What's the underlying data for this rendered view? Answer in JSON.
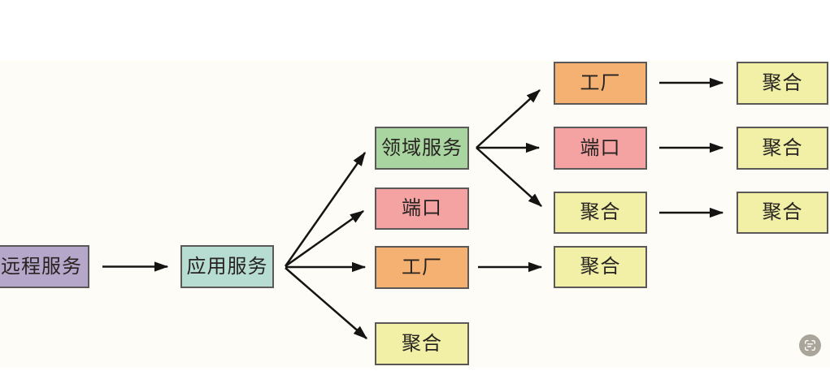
{
  "diagram": {
    "nodes": [
      {
        "id": "remote-service",
        "label": "远程服务",
        "fill": "#b5a7c9"
      },
      {
        "id": "app-service",
        "label": "应用服务",
        "fill": "#b7dcd2"
      },
      {
        "id": "domain-service",
        "label": "领域服务",
        "fill": "#a9d5a0"
      },
      {
        "id": "port-1",
        "label": "端口",
        "fill": "#f5a3a2"
      },
      {
        "id": "factory-1",
        "label": "工厂",
        "fill": "#f5b172"
      },
      {
        "id": "aggregate-1",
        "label": "聚合",
        "fill": "#f1f0a6"
      },
      {
        "id": "factory-2",
        "label": "工厂",
        "fill": "#f5b172"
      },
      {
        "id": "port-2",
        "label": "端口",
        "fill": "#f5a3a2"
      },
      {
        "id": "aggregate-2",
        "label": "聚合",
        "fill": "#f1f0a6"
      },
      {
        "id": "aggregate-3",
        "label": "聚合",
        "fill": "#f1f0a6"
      },
      {
        "id": "aggregate-4",
        "label": "聚合",
        "fill": "#f1f0a6"
      },
      {
        "id": "aggregate-5",
        "label": "聚合",
        "fill": "#f1f0a6"
      },
      {
        "id": "aggregate-6",
        "label": "聚合",
        "fill": "#f1f0a6"
      }
    ],
    "edges": [
      {
        "from": "remote-service",
        "to": "app-service"
      },
      {
        "from": "app-service",
        "to": "domain-service"
      },
      {
        "from": "app-service",
        "to": "port-1"
      },
      {
        "from": "app-service",
        "to": "factory-1"
      },
      {
        "from": "app-service",
        "to": "aggregate-1"
      },
      {
        "from": "domain-service",
        "to": "factory-2"
      },
      {
        "from": "domain-service",
        "to": "port-2"
      },
      {
        "from": "domain-service",
        "to": "aggregate-2"
      },
      {
        "from": "factory-2",
        "to": "aggregate-4"
      },
      {
        "from": "port-2",
        "to": "aggregate-5"
      },
      {
        "from": "aggregate-2",
        "to": "aggregate-6"
      },
      {
        "from": "factory-1",
        "to": "aggregate-3"
      }
    ],
    "colors": {
      "arrow": "#161413",
      "node_border": "#5b5857",
      "label_text": "#262321",
      "diagram_bg": "#fdfcf6",
      "page_bg": "#ffffff"
    }
  },
  "overlay": {
    "ocr_button": {
      "icon": "scan-text-icon",
      "bg": "#a9a59b"
    }
  }
}
